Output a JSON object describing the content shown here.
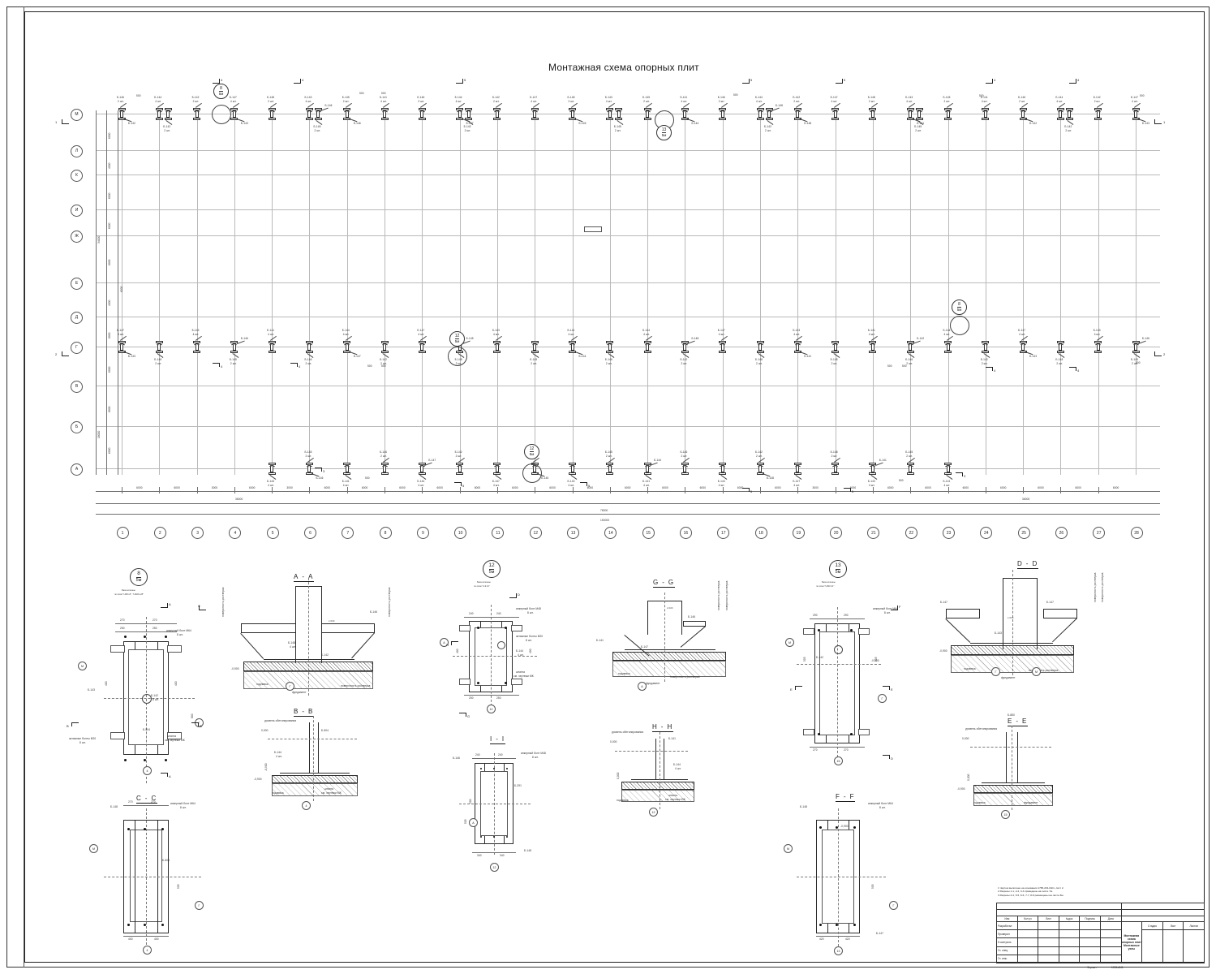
{
  "sheet": {
    "drawing_title": "Монтажная схема опорных плит",
    "format_label": "Формат",
    "format_value": "1051х841"
  },
  "notes": {
    "lines": [
      "1 Чертеж выполнен на основании 1765-201-КЖ1, лист 2.",
      "2 Разрезы 1-1, 2-2, 3-3 приведены на листе 7м.",
      "3 Разрезы 4-4, 5-5, 6-6, 7-7, 8-8 размещены на листе 8м."
    ]
  },
  "title_block": {
    "rev_headers": [
      "Изм",
      "Кол уч",
      "Лист",
      "№док",
      "Подпись",
      "Дата"
    ],
    "roles": [
      "Разработал",
      "Проверил",
      "Н.контроль",
      "Гл. спец.",
      "Гл. инж."
    ],
    "right_headers": [
      "Стадия",
      "Лист",
      "Листов"
    ],
    "sheet_name_line1": "Монтажная схема опорных плит",
    "sheet_name_line2": "Монтажные узлы"
  },
  "plan": {
    "row_axes": [
      "М",
      "Л",
      "К",
      "И",
      "Ж",
      "Е",
      "Д",
      "Г",
      "В",
      "Б",
      "А"
    ],
    "col_axes": [
      "1",
      "2",
      "3",
      "4",
      "5",
      "6",
      "7",
      "8",
      "9",
      "10",
      "11",
      "12",
      "13",
      "14",
      "15",
      "16",
      "17",
      "18",
      "19",
      "20",
      "21",
      "22",
      "23",
      "24",
      "25",
      "26",
      "27",
      "28"
    ],
    "row_dims": [
      "6000",
      "4000",
      "6000",
      "6000",
      "6000",
      "4000",
      "6000",
      "6000",
      "6000",
      "6000"
    ],
    "row_total_upper": "34000",
    "row_total_lower": "18000",
    "row_group_mid": "6000",
    "col_dims": [
      "6000",
      "6000",
      "3000",
      "6000",
      "3000",
      "6000",
      "6000",
      "6000",
      "6000",
      "6000",
      "6000",
      "6000",
      "6000",
      "6000",
      "6000",
      "6000",
      "6000",
      "6000",
      "3000",
      "6000",
      "6000",
      "6000",
      "6000",
      "6000",
      "6000",
      "6000",
      "6000"
    ],
    "col_total_left": "36000",
    "col_total_right": "36000",
    "col_total_mid": "78000",
    "col_total_all": "150000",
    "elevation_note": "-0,900",
    "section_marks": [
      "1",
      "2",
      "3",
      "4",
      "5",
      "6",
      "7",
      "8"
    ],
    "plate_labels": {
      "b141": "Б-141",
      "b142": "Б-142",
      "b143": "Б-143",
      "b144": "Б-144",
      "b145": "Б-145",
      "b146": "Б-146",
      "b147": "Б-147",
      "b148": "Б-148",
      "qty2": "2 шт.",
      "qty4": "4 шт.",
      "dim500": "500"
    }
  },
  "details": [
    {
      "id": "d8",
      "callout_num": "8",
      "callout_den": "5м",
      "caption_l1": "База колонны",
      "caption_l2": "по осям Т-48/1-8\", Т-48/21-28\"",
      "bolt_note_l1": "анкерный болт М64",
      "bolt_note_l2": "8 шт.",
      "anchor_note_l1": "затяжные болты М20",
      "anchor_note_l2": "8 шт.",
      "shim_note_l1": "штанга",
      "shim_note_l2": "см. чертежи КЖ",
      "dims_top": [
        "270",
        "270"
      ],
      "dims_top2": [
        "250",
        "250"
      ],
      "dim_side": [
        "400",
        "400"
      ],
      "dim_height": "800",
      "label_plate": "Б-142",
      "label_plate2": "Б-143",
      "label_plate3": "Б-504",
      "axis_left": "М",
      "axis_right": "Г"
    },
    {
      "id": "AA",
      "title": "А - А",
      "label_top": "Б-146",
      "label_mid": "Б-148",
      "label_qty": "4 шт.",
      "label_plate": "Б-142",
      "elev": "-0,900",
      "note_pad": "подливка",
      "note_found": "фундамент",
      "note_surface": "поверхность ростверка",
      "note_weld": "L=100",
      "axis": "Г"
    },
    {
      "id": "BB",
      "title": "В - В",
      "elev_top": "0,000",
      "elev_bot": "-0,900",
      "note_level": "уровень обетонирования",
      "label_plate": "Б-504",
      "label_plate2": "Б-144",
      "label_qty": "4 шт.",
      "note_pad": "подливка",
      "note_shim": "штанга",
      "note_shim2": "см. чертежи КЖ",
      "note_found": "фундамент",
      "axis": "4"
    },
    {
      "id": "CC",
      "title": "С - С",
      "dims": [
        "270",
        "270"
      ],
      "dim_side": "505",
      "dims_bot": [
        "400",
        "400"
      ],
      "bolt_note_l1": "анкерный болт М64",
      "bolt_note_l2": "8 шт.",
      "label_plate": "Б-148",
      "label_plate2": "Б-504",
      "axis_left": "М",
      "axis_right": "Г",
      "axis_bot": "4"
    },
    {
      "id": "d12",
      "callout_num": "12",
      "callout_den": "5м",
      "caption_l1": "База колонны",
      "caption_l2": "по осям \"А-9,21\"",
      "bolt_note_l1": "анкерный болт М48",
      "bolt_note_l2": "8 шт.",
      "anchor_note_l1": "затяжные болты М20",
      "anchor_note_l2": "8 шт.",
      "dims_top": [
        "240",
        "240"
      ],
      "dims_bot": [
        "250",
        "250"
      ],
      "dim_side": [
        "400",
        "400"
      ],
      "dim_h": "500",
      "label_plate": "Б-144",
      "label_qty": "4 шт.",
      "note_shim": "штанга",
      "note_shim2": "см. чертежи КЖ",
      "axis_left": "А",
      "axis_bot": "12"
    },
    {
      "id": "II",
      "title": "I - I",
      "bolt_note_l1": "анкерный болт М48",
      "bolt_note_l2": "8 шт.",
      "dims_top": [
        "240",
        "240"
      ],
      "dims_bot": [
        "340",
        "340"
      ],
      "dim_side": "500",
      "dim_side2": "505",
      "label_plate": "Б-146",
      "label_plate2": "Б-291",
      "label_plate3": "Б-148",
      "axis_left": "А",
      "axis_bot": "12"
    },
    {
      "id": "GG",
      "title": "G - G",
      "label_plate": "Б-146",
      "label_plate2": "Б-141",
      "label_plate3": "Б-147",
      "note_weld": "L=100",
      "note_pad": "подливка",
      "note_found": "фундамент",
      "note_surface": "поверхность ростверка",
      "axis": "А"
    },
    {
      "id": "HH",
      "title": "H - H",
      "elev_top": "0,000",
      "note_level": "уровень обетонирования",
      "label_plate": "Б-141",
      "label_plate2": "Б-144",
      "label_qty": "4 шт.",
      "note_pad": "подливка",
      "note_shim": "штанга",
      "note_shim2": "см. чертежи КЖ",
      "note_found": "фундамент",
      "axis": "12"
    },
    {
      "id": "d13",
      "callout_num": "13",
      "callout_den": "5м",
      "caption_l1": "База колонны",
      "caption_l2": "по осям Т-48/2,21\"",
      "bolt_note_l1": "анкерный болт М64",
      "bolt_note_l2": "8 шт.",
      "dims_top": [
        "290",
        "290"
      ],
      "dims_bot": [
        "270",
        "270"
      ],
      "dim_side": [
        "505",
        "505"
      ],
      "elev": "-0,900",
      "label_plate": "Б-142",
      "axis_left": "М",
      "axis_right": "Г",
      "axis_bot": "15"
    },
    {
      "id": "FF",
      "title": "F - F",
      "bolt_note_l1": "анкерный болт М64",
      "bolt_note_l2": "8 шт.",
      "label_plate": "Б-148",
      "elev": "-0,900",
      "dims_bot": [
        "420",
        "420"
      ],
      "dim_side": "505",
      "label_plate2": "Б-147",
      "axis_left": "М",
      "axis_right": "Г",
      "axis_bot": "13"
    },
    {
      "id": "DD",
      "title": "D - D",
      "label_left": "Б-147",
      "label_right": "Б-147",
      "label_plate": "Б-143",
      "note_weld": "L=100",
      "elev": "-0,900",
      "note_pad": "подливка",
      "note_found": "фундамент",
      "note_surface": "поверхность ростверка",
      "axis_left": "Г",
      "axis_right": "М"
    },
    {
      "id": "EE",
      "title": "E - E",
      "elev_top": "0,000",
      "elev_bot": "-0,900",
      "note_level": "уровень обетонирования",
      "label_plate": "Б-850",
      "note_pad": "подливка",
      "note_found": "фундамент",
      "axis": "15"
    }
  ]
}
